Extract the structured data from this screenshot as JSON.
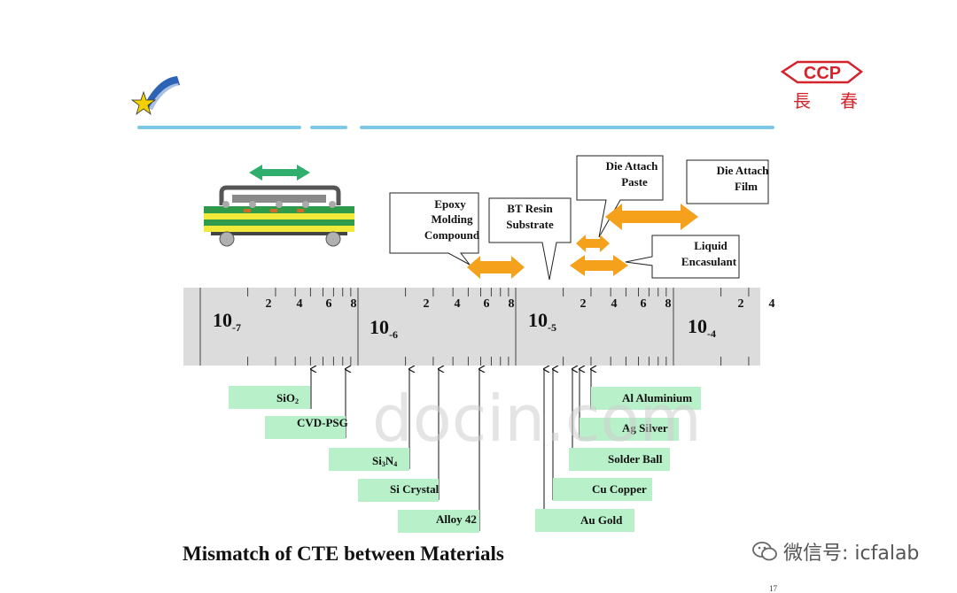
{
  "logo": {
    "text": "CCP",
    "chinese": [
      "長",
      "春"
    ]
  },
  "ruler": {
    "decades": [
      {
        "base": "10",
        "exp": "-7"
      },
      {
        "base": "10",
        "exp": "-6"
      },
      {
        "base": "10",
        "exp": "-5"
      },
      {
        "base": "10",
        "exp": "-4"
      }
    ],
    "minor_labels": [
      "2",
      "4",
      "6",
      "8"
    ],
    "end_label": "4"
  },
  "callouts": {
    "epoxy": [
      "Epoxy",
      "Molding",
      "Compound"
    ],
    "bt_resin": [
      "BT Resin",
      "Substrate"
    ],
    "die_paste": [
      "Die Attach",
      "Paste"
    ],
    "die_film": [
      "Die Attach",
      "Film"
    ],
    "liquid": [
      "Liquid",
      "Encasulant"
    ]
  },
  "materials": {
    "sio2": {
      "main": "SiO",
      "sub": "2"
    },
    "cvd_psg": "CVD-PSG",
    "si3n4": {
      "a": "Si",
      "b": "3",
      "c": "N",
      "d": "4"
    },
    "si_crystal": "Si Crystal",
    "alloy42": "Alloy 42",
    "al": "Al  Aluminium",
    "ag": "Ag Silver",
    "solder": "Solder Ball",
    "cu": "Cu Copper",
    "au": "Au Gold"
  },
  "watermark": "docin.com",
  "title": "Mismatch of CTE between Materials",
  "wechat_label": "微信号: icfalab",
  "page_number": "17",
  "colors": {
    "ruler": "#dcdcdc",
    "label_box": "#b7f0c9",
    "arrow": "#f5a11c",
    "sky_line": "#7ec8e6",
    "logo_red": "#d4242b",
    "pcb_green": "#2f9a4a",
    "pcb_yellow": "#f2ea3a"
  }
}
